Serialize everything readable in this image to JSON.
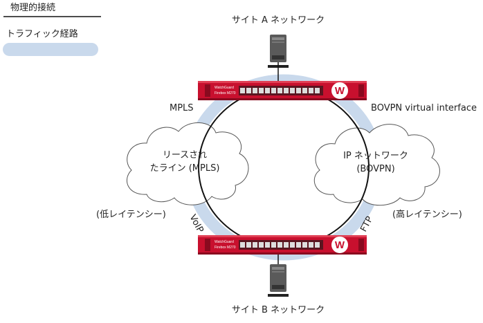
{
  "legend": {
    "physical_label": "物理的接続",
    "traffic_label": "トラフィック経路"
  },
  "site_a": {
    "label": "サイト A ネットワーク"
  },
  "site_b": {
    "label": "サイト B ネットワーク"
  },
  "firewall": {
    "model_text": "Firebox M270",
    "brand_text": "WatchGuard",
    "logo_letter": "W"
  },
  "links": {
    "mpls": "MPLS",
    "bovpn": "BOVPN virtual interface"
  },
  "clouds": {
    "left": {
      "line1": "リースされ",
      "line2": "たライン (MPLS)"
    },
    "right": {
      "line1": "IP ネットワーク",
      "line2": "(BOVPN)"
    }
  },
  "latency": {
    "low": "(低レイテンシー)",
    "high": "(高レイテンシー)"
  },
  "protocols": {
    "voip": "VoIP",
    "ftp": "FTP"
  },
  "colors": {
    "firebox_red": "#c8102e",
    "traffic_blue": "#c9d9ec",
    "line": "#111111"
  }
}
